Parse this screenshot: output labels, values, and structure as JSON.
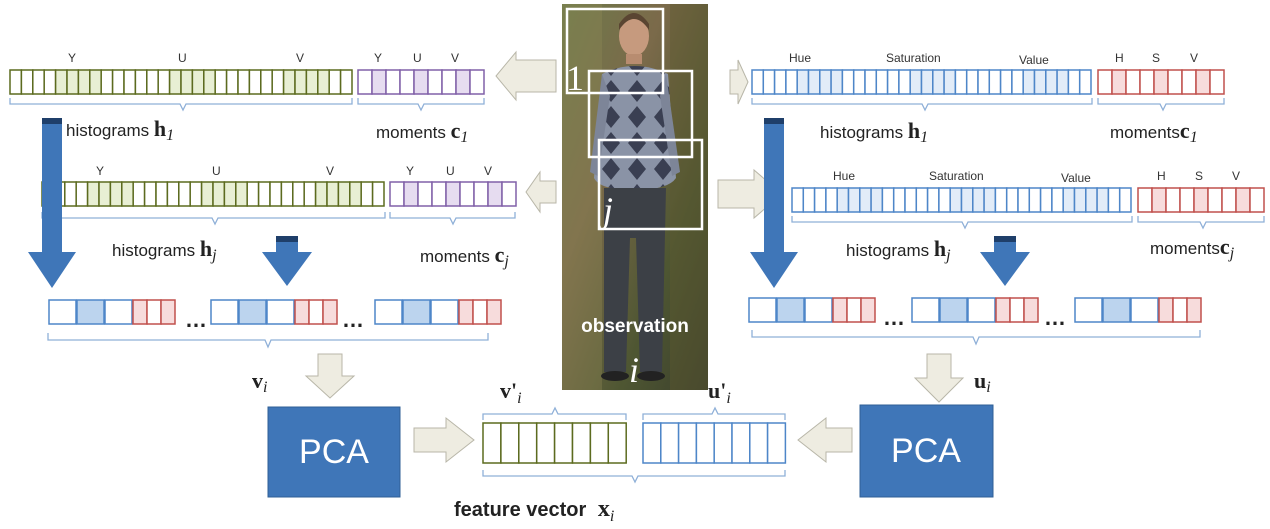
{
  "colors": {
    "yuv_hist": "#5c6b1f",
    "yuv_hist_fill": "#e8efd4",
    "moments_yuv": "#8060a8",
    "moments_yuv_fill": "#e6dcf0",
    "hsv_hist": "#4e86c8",
    "hsv_hist_fill": "#e2ecf8",
    "moments_hsv": "#c0504d",
    "moments_hsv_fill": "#f7dcdc",
    "pca": "#3f76b8",
    "arrow_blue": "#3f76b8",
    "arrow_gray": "#eeece1",
    "arrow_gray_stroke": "#b8b6a8"
  },
  "left_branch": {
    "row1": {
      "channels": [
        "Y",
        "U",
        "V"
      ],
      "moment_channels": [
        "Y",
        "U",
        "V"
      ],
      "hist_label": "histograms",
      "hist_symbol": "h",
      "hist_sub": "1",
      "mom_label": "moments",
      "mom_symbol": "c",
      "mom_sub": "1"
    },
    "rowj": {
      "channels": [
        "Y",
        "U",
        "V"
      ],
      "moment_channels": [
        "Y",
        "U",
        "V"
      ],
      "hist_label": "histograms",
      "hist_symbol": "h",
      "hist_sub": "j",
      "mom_label": "moments",
      "mom_symbol": "c",
      "mom_sub": "j"
    },
    "ellipsis": "…",
    "vector_symbol": "v",
    "vector_sub": "i"
  },
  "right_branch": {
    "row1": {
      "channels": [
        "Hue",
        "Saturation",
        "Value"
      ],
      "moment_channels": [
        "H",
        "S",
        "V"
      ],
      "hist_label": "histograms",
      "hist_symbol": "h",
      "hist_sub": "1",
      "mom_label": "moments",
      "mom_symbol": "c",
      "mom_sub": "1"
    },
    "rowj": {
      "channels": [
        "Hue",
        "Saturation",
        "Value"
      ],
      "moment_channels": [
        "H",
        "S",
        "V"
      ],
      "hist_label": "histograms",
      "hist_symbol": "h",
      "hist_sub": "j",
      "mom_label": "moments",
      "mom_symbol": "c",
      "mom_sub": "j"
    },
    "ellipsis": "…",
    "vector_symbol": "u",
    "vector_sub": "i"
  },
  "photo": {
    "region1": "1",
    "regionj": "j",
    "caption": "observation",
    "index": "i"
  },
  "pca": {
    "left_label": "PCA",
    "right_label": "PCA"
  },
  "feature": {
    "v_reduced": "v'",
    "v_reduced_sub": "i",
    "u_reduced": "u'",
    "u_reduced_sub": "i",
    "label": "feature vector",
    "symbol": "x",
    "sub": "i"
  }
}
